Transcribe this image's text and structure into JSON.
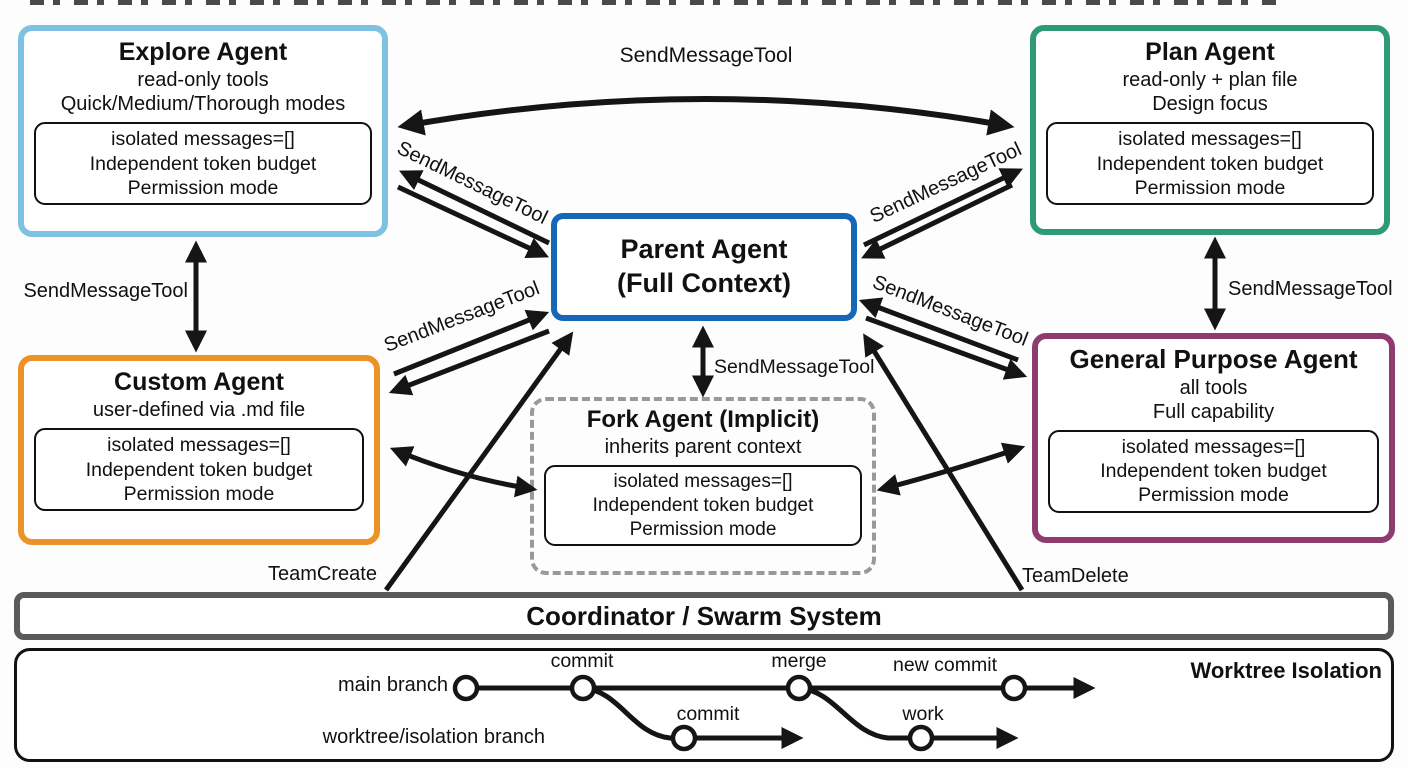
{
  "agents": {
    "explore": {
      "title": "Explore Agent",
      "subtitle1": "read-only tools",
      "subtitle2": "Quick/Medium/Thorough modes"
    },
    "plan": {
      "title": "Plan Agent",
      "subtitle1": "read-only + plan file",
      "subtitle2": "Design focus"
    },
    "parent": {
      "title_line1": "Parent Agent",
      "title_line2": "(Full Context)"
    },
    "custom": {
      "title": "Custom Agent",
      "subtitle1": "user-defined via .md file"
    },
    "general_purpose": {
      "title": "General Purpose Agent",
      "subtitle1": "all tools",
      "subtitle2": "Full capability"
    },
    "fork": {
      "title": "Fork Agent (Implicit)",
      "subtitle1": "inherits parent context"
    }
  },
  "isolation": {
    "line1": "isolated messages=[]",
    "line2": "Independent token budget",
    "line3": "Permission mode"
  },
  "arrows": {
    "top": "SendMessageTool",
    "explore_parent": "SendMessageTool",
    "plan_parent": "SendMessageTool",
    "custom_parent": "SendMessageTool",
    "gp_parent": "SendMessageTool",
    "explore_custom": "SendMessageTool",
    "plan_gp": "SendMessageTool",
    "parent_fork": "SendMessageTool",
    "team_create": "TeamCreate",
    "team_delete": "TeamDelete"
  },
  "coordinator": {
    "title": "Coordinator / Swarm System"
  },
  "worktree": {
    "title": "Worktree Isolation",
    "main_branch_label": "main branch",
    "worktree_branch_label": "worktree/isolation branch",
    "commit_label": "commit",
    "merge_label": "merge",
    "new_commit_label": "new commit",
    "commit2_label": "commit",
    "work_label": "work"
  },
  "colors": {
    "explore_border": "#7ec1e0",
    "plan_border": "#2e9b76",
    "parent_border": "#1667b8",
    "custom_border": "#eb9328",
    "general_purpose_border": "#8e3b70",
    "fork_border": "#999999",
    "coordinator_border": "#5a5a5a",
    "arrow": "#151515"
  }
}
